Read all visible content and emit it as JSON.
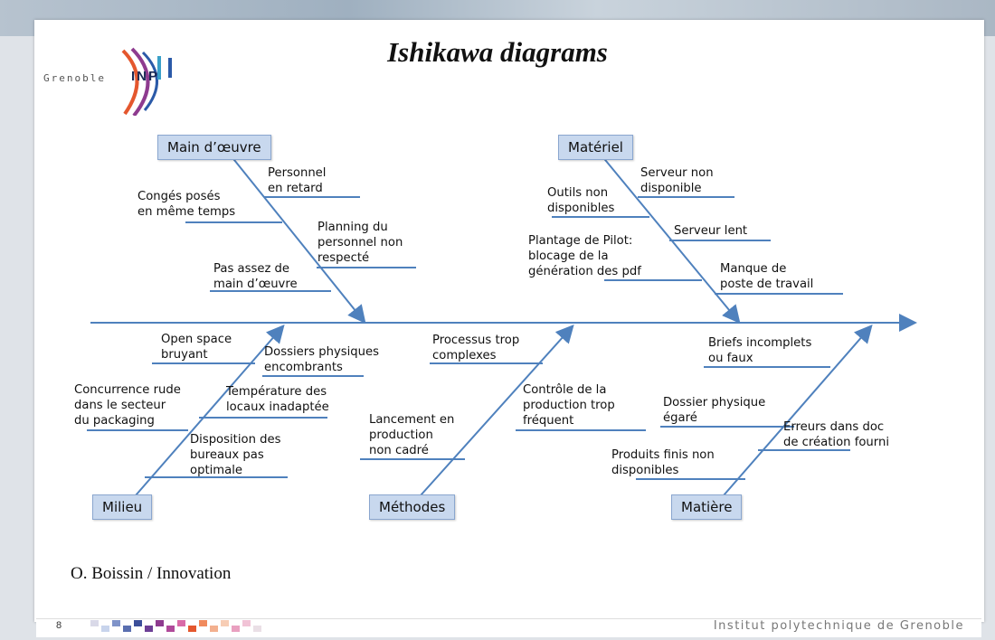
{
  "slide": {
    "title": "Ishikawa diagrams",
    "logo": {
      "text": "Grenoble",
      "inp": "INP",
      "arc_colors": [
        "#e4572e",
        "#8e3b8f",
        "#2b5aa8",
        "#3aa0c8"
      ]
    },
    "author": "O. Boissin / Innovation",
    "footer": {
      "page_number": "8",
      "institution": "Institut polytechnique de Grenoble"
    }
  },
  "diagram": {
    "categories": {
      "main_oeuvre": "Main d’œuvre",
      "materiel": "Matériel",
      "milieu": "Milieu",
      "methodes": "Méthodes",
      "matiere": "Matière"
    },
    "causes": {
      "main_oeuvre": [
        [
          "Personnel",
          "en retard"
        ],
        [
          "Congés posés",
          "en même temps"
        ],
        [
          "Planning du",
          "personnel non",
          "respecté"
        ],
        [
          "Pas assez de",
          "main d’œuvre"
        ]
      ],
      "materiel": [
        [
          "Serveur non",
          "disponible"
        ],
        [
          "Outils non",
          "disponibles"
        ],
        [
          "Serveur lent"
        ],
        [
          "Plantage de Pilot:",
          "blocage de la",
          "génération des pdf"
        ],
        [
          "Manque de",
          "poste de travail"
        ]
      ],
      "milieu": [
        [
          "Open space",
          "bruyant"
        ],
        [
          "Dossiers physiques",
          "encombrants"
        ],
        [
          "Concurrence rude",
          "dans le secteur",
          "du packaging"
        ],
        [
          "Température des",
          "locaux inadaptée"
        ],
        [
          "Disposition des",
          "bureaux pas",
          "optimale"
        ]
      ],
      "methodes": [
        [
          "Processus trop",
          "complexes"
        ],
        [
          "Contrôle de la",
          "production trop",
          "fréquent"
        ],
        [
          "Lancement en",
          "production",
          "non cadré"
        ]
      ],
      "matiere": [
        [
          "Briefs incomplets",
          "ou faux"
        ],
        [
          "Dossier physique",
          "égaré"
        ],
        [
          "Erreurs dans doc",
          "de création fourni"
        ],
        [
          "Produits finis non",
          "disponibles"
        ]
      ]
    },
    "colors": {
      "arrow": "#4f81bd",
      "category_fill": "#c8d8ee",
      "category_border": "#8aa6cf"
    }
  }
}
